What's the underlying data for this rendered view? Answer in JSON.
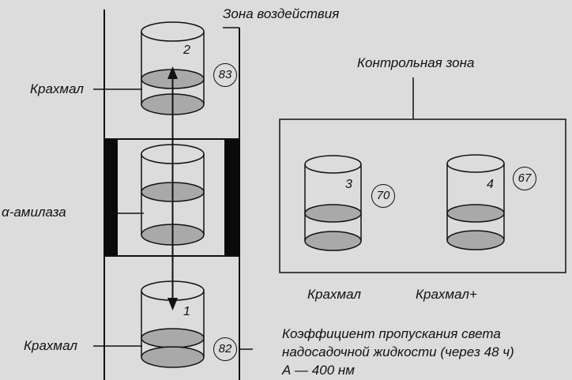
{
  "labels": {
    "impact_zone": "Зона воздействия",
    "control_zone": "Контрольная зона",
    "starch_top": "Крахмал",
    "amylase": "α-амилаза",
    "starch_bottom": "Крахмал",
    "starch_control": "Крахмал",
    "starch_plus": "Крахмал+",
    "caption_line1": "Коэффициент пропускания света",
    "caption_line2": "надосадочной жидкости (через 48 ч)",
    "caption_line3": "А — 400 нм"
  },
  "vessels": [
    {
      "id": "1",
      "value": "82"
    },
    {
      "id": "2",
      "value": "83"
    },
    {
      "id": "3",
      "value": "70"
    },
    {
      "id": "4",
      "value": "67"
    }
  ],
  "colors": {
    "background": "#dcdcdc",
    "ink": "#111111",
    "liquid": "#a9a9a9",
    "block": "#0a0a0a"
  }
}
